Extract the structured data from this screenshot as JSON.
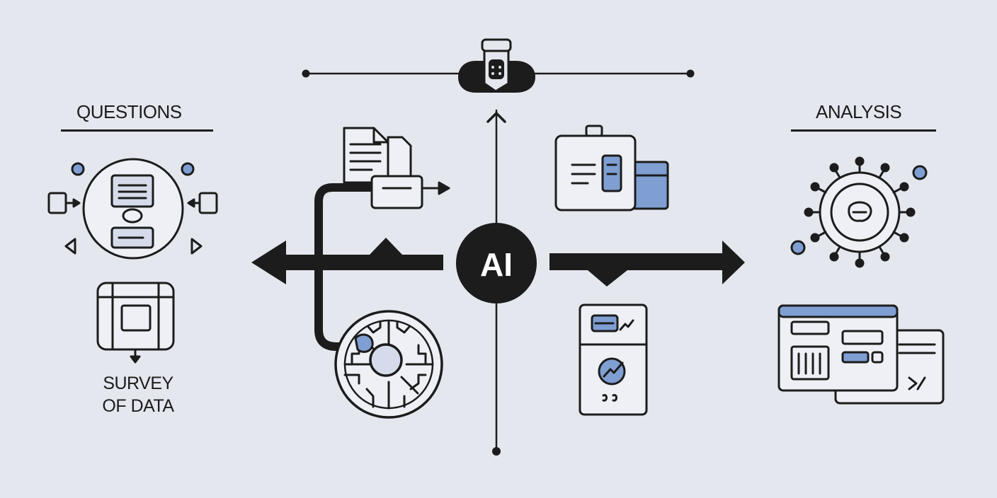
{
  "labels": {
    "questions": "QUESTIONS",
    "analysis": "ANALYSIS",
    "survey_line1": "SURVEY",
    "survey_line2": "OF DATA",
    "center_badge": "AI"
  },
  "icons": {
    "top": "robot-head-cloud-icon",
    "questions": "questionnaire-flow-icon",
    "survey": "survey-frame-icon",
    "documents": "document-export-icon",
    "gear_wheel": "processing-wheel-icon",
    "id_card": "id-card-icon",
    "report": "report-card-icon",
    "analysis": "analysis-gear-icon",
    "dashboard": "dashboard-windows-icon"
  },
  "colors": {
    "background": "#e4e7ee",
    "ink": "#1c1c1c",
    "accent": "#7f9fd3",
    "card_fill": "#eef0f5"
  }
}
